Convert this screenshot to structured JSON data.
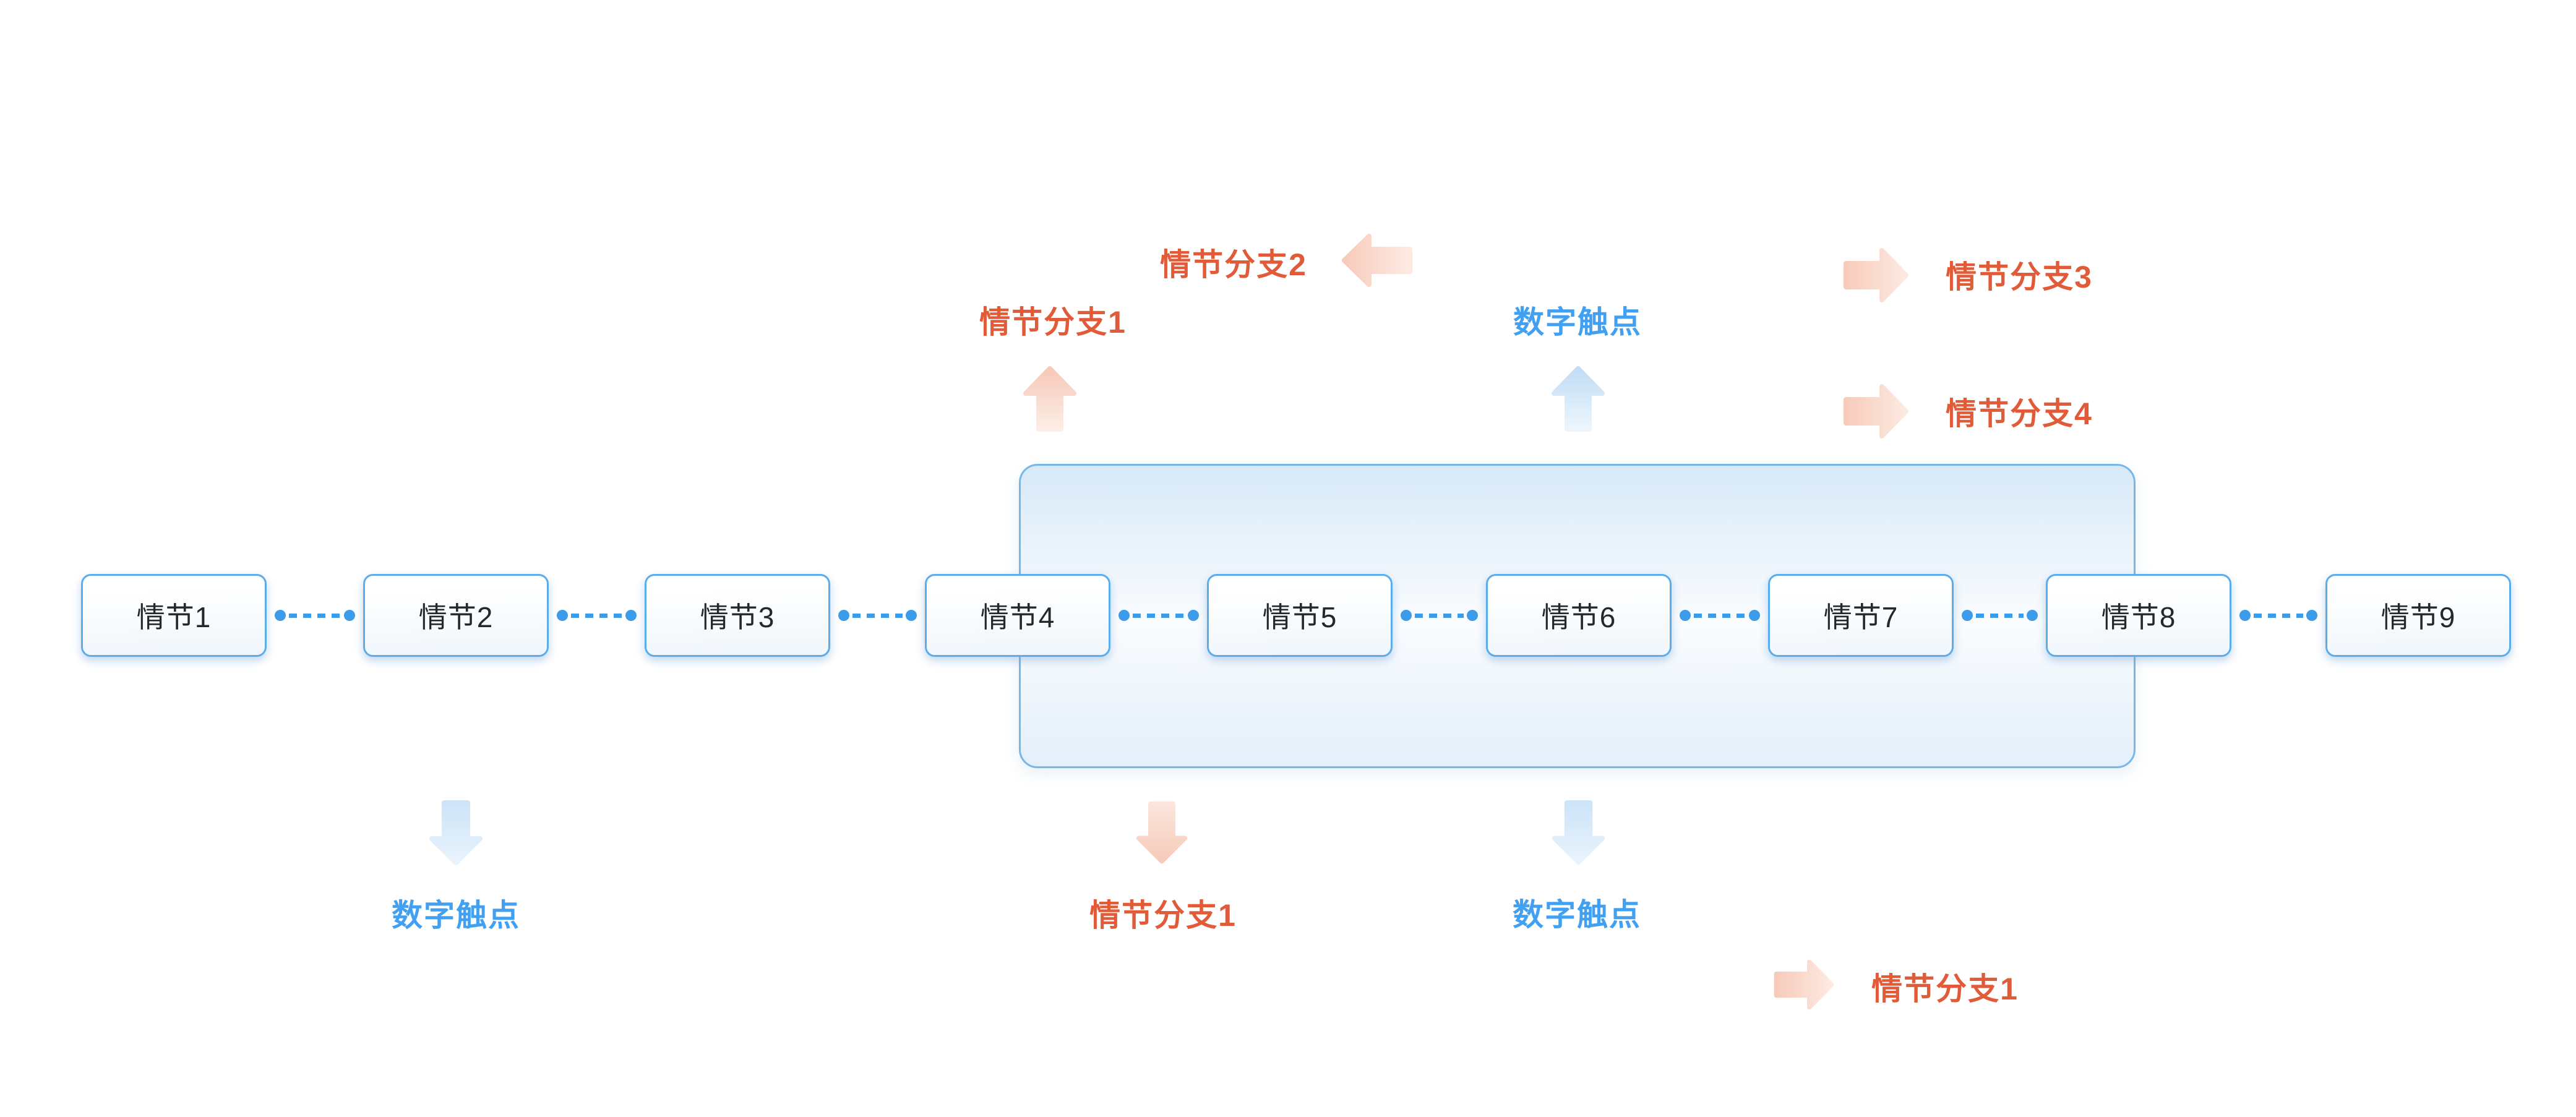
{
  "flow": {
    "nodes": [
      {
        "label": "情节1"
      },
      {
        "label": "情节2"
      },
      {
        "label": "情节3"
      },
      {
        "label": "情节4"
      },
      {
        "label": "情节5"
      },
      {
        "label": "情节6"
      },
      {
        "label": "情节7"
      },
      {
        "label": "情节8"
      },
      {
        "label": "情节9"
      }
    ]
  },
  "annotations": {
    "top": [
      {
        "label": "情节分支1",
        "arrow": "up"
      },
      {
        "label": "情节分支2",
        "arrow": "left"
      },
      {
        "label": "数字触点",
        "arrow": "up"
      },
      {
        "label": "情节分支3",
        "arrow": "right"
      },
      {
        "label": "情节分支4",
        "arrow": "right"
      }
    ],
    "bottom": [
      {
        "label": "数字触点",
        "arrow": "down"
      },
      {
        "label": "情节分支1",
        "arrow": "down"
      },
      {
        "label": "数字触点",
        "arrow": "down"
      },
      {
        "label": "情节分支1",
        "arrow": "right"
      }
    ]
  },
  "colors": {
    "plot_branch_text": "#E25B39",
    "digital_touchpoint_text": "#42A0F2",
    "node_border": "#5BACEB",
    "connector": "#3D9CEA",
    "container_border": "#76B7EA"
  }
}
